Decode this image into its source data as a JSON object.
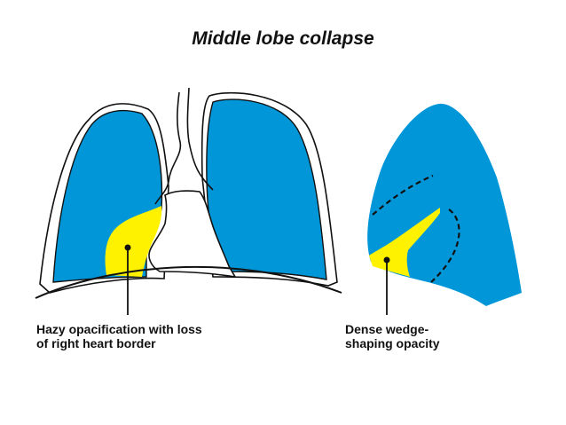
{
  "title": "Middle lobe collapse",
  "labels": {
    "left": {
      "line1": "Hazy opacification with loss",
      "line2": "of right heart border"
    },
    "right": {
      "line1": "Dense wedge-",
      "line2": "shaping opacity"
    }
  },
  "colors": {
    "lung": "#0096d8",
    "opacity": "#fff200",
    "outline": "#111111",
    "background": "#ffffff"
  }
}
